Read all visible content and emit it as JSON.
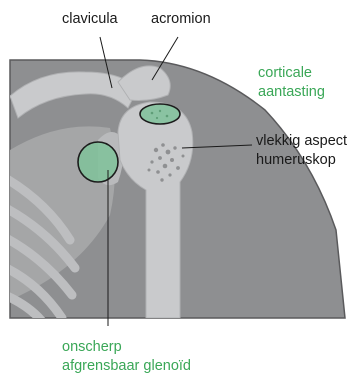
{
  "labels": {
    "clavicula": "clavicula",
    "acromion": "acromion",
    "cortical_line1": "corticale",
    "cortical_line2": "aantasting",
    "humeral_line1": "vlekkig aspect",
    "humeral_line2": "humeruskop",
    "glenoid_line1": "onscherp",
    "glenoid_line2": "afgrensbaar glenoïd"
  },
  "colors": {
    "background": "#ffffff",
    "body_gray": "#8e8f91",
    "body_outline": "#5a5a5c",
    "bone": "#c9cacc",
    "bone_dark": "#a7a8aa",
    "lesion_fill": "#7fc29a",
    "lesion_stroke": "#1c1c1c",
    "accent_green": "#3aa757",
    "text": "#1a1a1a",
    "leader_line": "#1a1a1a"
  }
}
